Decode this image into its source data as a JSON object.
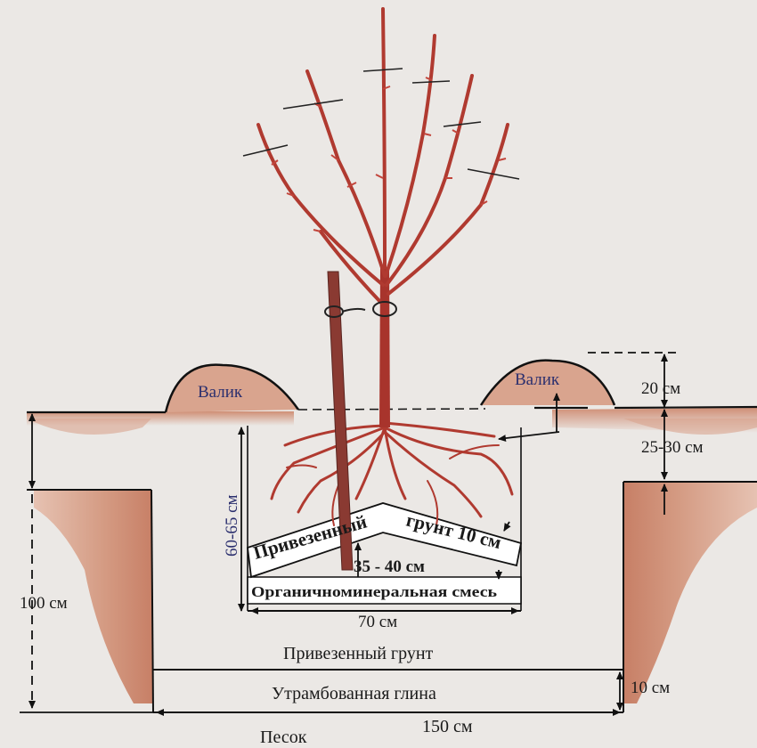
{
  "diagram": {
    "labels": {
      "ridge_left": "Валик",
      "ridge_right": "Валик",
      "ridge_height": "20 см",
      "top_depth": "25-30 см",
      "hole_depth": "60-65 см",
      "imported_soil_slab": "Привезенный",
      "imported_soil_slab_2": "грунт 10 см",
      "cone_height": "35 - 40 см",
      "organomineral_mix": "Органичноминеральная смесь",
      "hole_width": "70 см",
      "pit_depth": "100 см",
      "imported_soil": "Привезенный грунт",
      "clay_thickness": "10 см",
      "compacted_clay": "Утрамбованная глина",
      "pit_width": "150 см",
      "sand": "Песок"
    },
    "colors": {
      "soil": "#d9a48e",
      "soil_dark": "#c9866c",
      "tree": "#b03a30",
      "stake": "#8a3a32",
      "background": "#ebe8e5",
      "line": "#111111"
    }
  }
}
